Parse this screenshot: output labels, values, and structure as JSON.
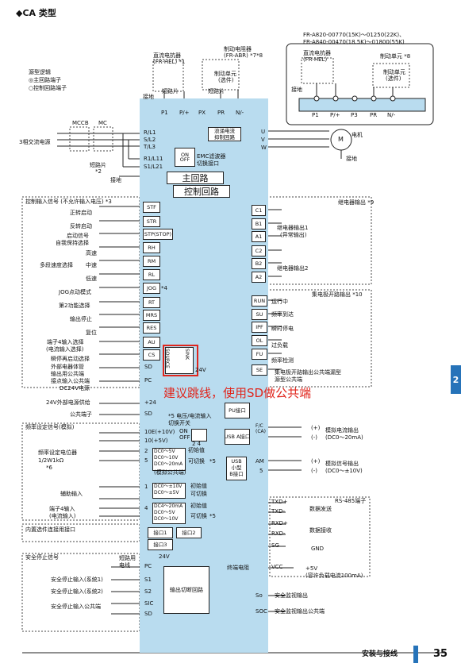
{
  "section_title": "◆CA 类型",
  "page_number": "35",
  "footer_label": "安装与接线",
  "side_tab": "2",
  "annotation": "建议跳线，使用SD做公共端",
  "colors": {
    "accent_blue": "#2673b9",
    "panel_blue": "#b9dcef",
    "annotation_red": "#e0261d"
  },
  "legend": {
    "title": "源型逻辑",
    "main_circuit": "◎主回路端子",
    "control_circuit": "○控制回路端子"
  },
  "top_left": {
    "dc_reactor": "直流电抗器",
    "dc_reactor_model": "(FR-HEL) *1",
    "brake_resistor": "制动电阻器",
    "brake_resistor_model": "(FR-ABR) *7*8",
    "brake_unit": "制动单元",
    "brake_unit_opt": "(选件)",
    "ground": "接地",
    "short_bar": "短路片",
    "short_bar2": "短路片"
  },
  "top_right": {
    "model_line1": "FR-A820-00770(15K)～01250(22K)、",
    "model_line2": "FR-A840-00470(18.5K)～01800(55K)",
    "dc_reactor": "直流电抗器",
    "dc_reactor_model": "(FR-HEL)",
    "brake_unit": "制动单元 *8",
    "brake_unit2": "制动单元",
    "brake_unit2_opt": "(选件)",
    "ground": "接地",
    "terminals": [
      "P1",
      "P/+",
      "P3",
      "PR",
      "N/-"
    ]
  },
  "main_circuit": {
    "mccb": "MCCB",
    "mc": "MC",
    "power_input": "3相交流电源",
    "short_bar": "短路片",
    "short_note": "*2",
    "ground": "接地",
    "inputs": [
      "R/L1",
      "S/L2",
      "T/L3",
      "R1/L11",
      "S1/L21"
    ],
    "top_terminals": [
      "P1",
      "P/+",
      "PX",
      "PR",
      "N/-"
    ],
    "outputs": [
      "U",
      "V",
      "W"
    ],
    "motor": "电机",
    "motor_symbol": "M",
    "motor_ground": "接地",
    "inrush_line1": "浪涌电流",
    "inrush_line2": "抑制回路",
    "emc_on": "ON",
    "emc_off": "OFF",
    "emc_line1": "EMC滤波器",
    "emc_line2": "切换接口",
    "main_label": "主回路",
    "control_label": "控制回路"
  },
  "control_inputs": {
    "header": "控制输入信号 (不允许输入电压) *3",
    "signals": [
      {
        "label": "正转启动",
        "terminal": "STF"
      },
      {
        "label": "反转启动",
        "terminal": "STR"
      },
      {
        "label": "启动信号\n自我保持选择",
        "terminal": "STP(STOP)"
      },
      {
        "label": "高速",
        "terminal": "RH"
      },
      {
        "label": "中速",
        "terminal": "RM"
      },
      {
        "label": "低速",
        "terminal": "RL"
      },
      {
        "label": "JOG点动模式",
        "terminal": "JOG"
      },
      {
        "label": "第2功能选择",
        "terminal": "RT"
      },
      {
        "label": "输出停止",
        "terminal": "MRS"
      },
      {
        "label": "复位",
        "terminal": "RES"
      },
      {
        "label": "端子4输入选择\n(电流输入选择)",
        "terminal": "AU"
      },
      {
        "label": "瞬停再启动选择",
        "terminal": "CS"
      },
      {
        "label": "外部电器体管\n输出用公共端",
        "terminal": "SD"
      },
      {
        "label": "接点输入公共端\nDC24V电源",
        "terminal": "PC"
      }
    ],
    "multi_speed": "多段速度选择",
    "jog_note": "*4",
    "source": "SOURCE",
    "sink": "SINK",
    "v24": "24V"
  },
  "relay_outputs": {
    "header": "继电器输出 *9",
    "terminals": [
      "C1",
      "B1",
      "A1",
      "C2",
      "B2",
      "A2"
    ],
    "out1": "继电器输出1",
    "out1_note": "(异常输出)",
    "out2": "继电器输出2"
  },
  "oc_outputs": {
    "header": "集电极开路输出 *10",
    "signals": [
      {
        "terminal": "RUN",
        "label": "运行中"
      },
      {
        "terminal": "SU",
        "label": "频率到达"
      },
      {
        "terminal": "IPF",
        "label": "瞬时停电"
      },
      {
        "terminal": "OL",
        "label": "过负载"
      },
      {
        "terminal": "FU",
        "label": "频率检测"
      },
      {
        "terminal": "SE",
        "label": "集电极开路输出公共端漏型\n源型公共端"
      }
    ]
  },
  "ext_power": {
    "label": "24V外部电源供给",
    "common": "公共端子",
    "terminals": [
      "+24",
      "SD"
    ],
    "switch_note": "*5 电压/电流输入\n切换开关",
    "pu": "PU接口"
  },
  "freq_setting": {
    "header": "频率设定信号(模拟)",
    "pot": "频率设定电位器\n1/2W1kΩ",
    "pot_note": "*6",
    "aux": "辅助输入",
    "t4_input": "端子4输入\n(电流输入)",
    "terminals": [
      "10E(+10V)",
      "10(+5V)",
      "2",
      "5",
      "1",
      "4"
    ],
    "on": "ON",
    "off": "OFF",
    "sw_nums": "2 4",
    "r1_lines": [
      "DC0～5V",
      "DC0～10V",
      "DC0～20mA"
    ],
    "r1_initial": "初始值",
    "r1_switch": "可切换",
    "r1_note": "*5",
    "r1_analog": "(模拟公共端)",
    "r2_lines": [
      "DC0～±10V",
      "DC0～±5V"
    ],
    "r2_initial": "初始值",
    "r2_switch": "可切换",
    "r3_lines": [
      "DC4～20mA",
      "DC0～5V",
      "DC0～10V"
    ],
    "r3_initial": "初始值",
    "r3_switch": "可切换",
    "r3_note": "*5"
  },
  "interfaces": {
    "header": "内置选件连接用接口",
    "ports": [
      "接口1",
      "接口2",
      "接口3"
    ],
    "usb_a": "USB A接口",
    "usb_b": "USB\n小型\nB接口"
  },
  "analog_out": {
    "fm": "F/C\n(CA)",
    "fm_label": "模拟电流输出\n(DC0～20mA)",
    "am": "AM",
    "am_label": "模拟信号输出\n(DC0～±10V)",
    "plus": "(+)",
    "minus": "(-)",
    "five": "5"
  },
  "rs485": {
    "header": "RS-485端子",
    "send": "数据发送",
    "recv": "数据接收",
    "terminals": [
      "TXD+",
      "TXD-",
      "RXD+",
      "RXD-",
      "SG",
      "VCC"
    ],
    "gnd": "GND",
    "terminator": "终端电阻",
    "vcc_label": "+5V\n(容许负载电流100mA)"
  },
  "safety": {
    "header": "安全停止信号",
    "short_wire": "短路用\n电线",
    "v24": "24V",
    "terminals": [
      "PC",
      "S1",
      "S2",
      "SIC",
      "SD"
    ],
    "in1": "安全停止输入(系统1)",
    "in2": "安全停止输入(系统2)",
    "common": "安全停止输入公共端",
    "circuit": "输出切断回路",
    "mon_terms": [
      "So",
      "SOC"
    ],
    "mon_out": "安全监视输出",
    "mon_common": "安全监视输出公共端"
  }
}
